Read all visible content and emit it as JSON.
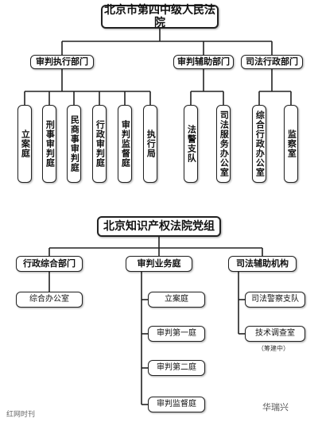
{
  "chart1": {
    "title": "北京市第四中级人民法院",
    "depts": [
      {
        "label": "审判执行部门",
        "items": [
          "立案庭",
          "刑事审判庭",
          "民商事审判庭",
          "行政审判庭",
          "审判监督庭",
          "执行局"
        ]
      },
      {
        "label": "审判辅助部门",
        "items": [
          "法警支队",
          "司法服务办公室"
        ]
      },
      {
        "label": "司法行政部门",
        "items": [
          "综合行政办公室",
          "监察室"
        ]
      }
    ]
  },
  "chart2": {
    "title": "北京知识产权法院党组",
    "depts": [
      {
        "label": "行政综合部门",
        "items": [
          "综合办公室"
        ]
      },
      {
        "label": "审判业务庭",
        "items": [
          "立案庭",
          "审判第一庭",
          "审判第二庭",
          "审判监督庭"
        ]
      },
      {
        "label": "司法辅助机构",
        "items": [
          "司法警察支队",
          "技术调查室"
        ]
      }
    ],
    "note": "（筹建中）"
  },
  "watermark": {
    "left": "红网时刊",
    "right": "华瑞兴"
  }
}
